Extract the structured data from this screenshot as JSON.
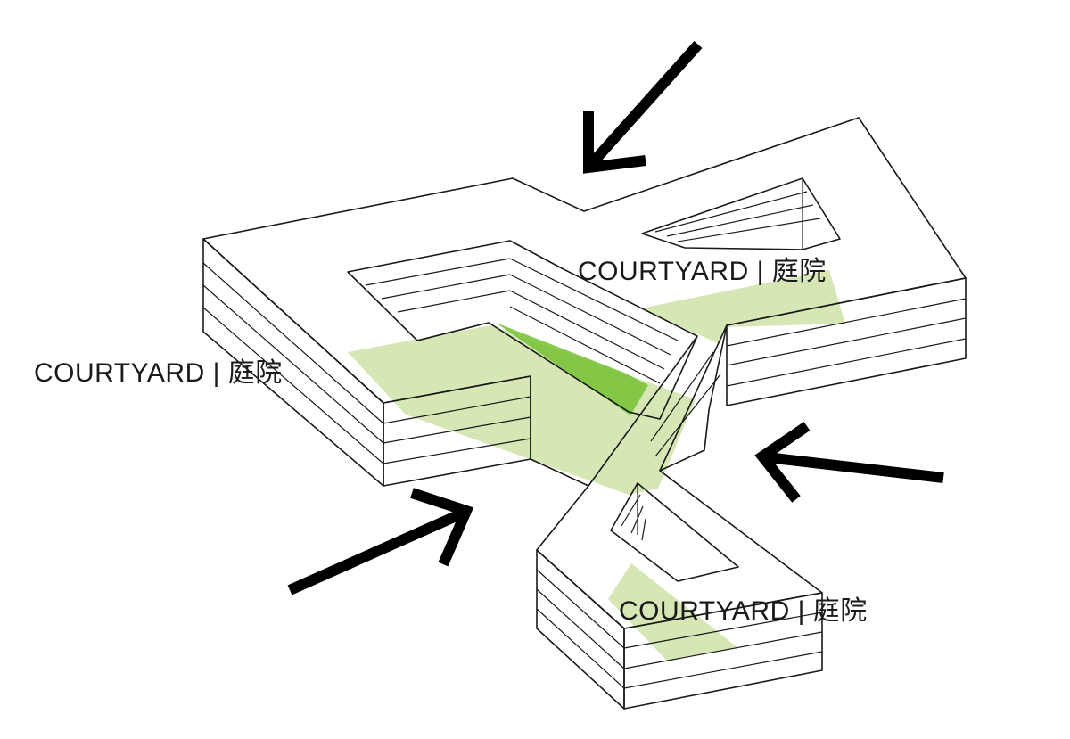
{
  "labels": {
    "courtyard_west": "COURTYARD | 庭院",
    "courtyard_north": "COURTYARD | 庭院",
    "courtyard_south": "COURTYARD | 庭院"
  },
  "colors": {
    "green_light": "#cfe3a8",
    "green_dark": "#7cc33b",
    "line": "#1a1a1a",
    "arrow": "#000000"
  }
}
